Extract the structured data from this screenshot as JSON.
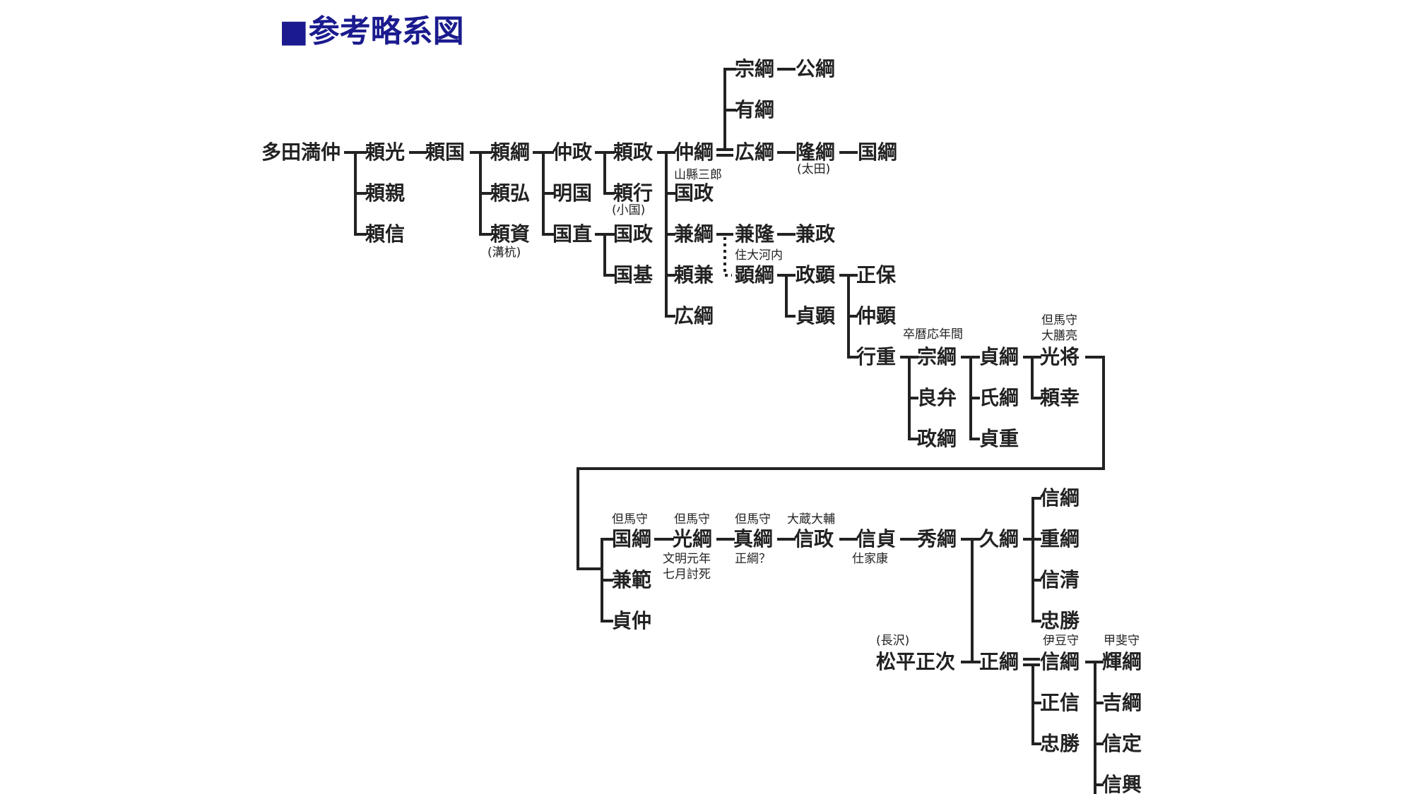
{
  "page": {
    "title": "■参考略系図"
  },
  "names": {
    "tada": "多田満仲",
    "yorimitsu": "頼光",
    "yorichika": "頼親",
    "yorinobu": "頼信",
    "yorikuni": "頼国",
    "yoritsuna": "頼綱",
    "yorihiro": "頼弘",
    "yorisuke": "頼資",
    "nakamasa": "仲政",
    "akikuni": "明国",
    "kuninao": "国直",
    "yorimasa": "頼政",
    "yoriyuki": "頼行",
    "kunimasa_a": "国政",
    "kunimoto": "国基",
    "nakatsuna": "仲綱",
    "kunimasa_b": "国政",
    "kanetsuna": "兼綱",
    "yorikane": "頼兼",
    "hirotsuna_a": "広綱",
    "munetsuna_a": "宗綱",
    "kintsuna": "公綱",
    "aritsuna": "有綱",
    "hirotsuna_b": "広綱",
    "takatsuna": "隆綱",
    "kunitsuna_a": "国綱",
    "kanetaka": "兼隆",
    "kanemasa": "兼政",
    "akitsuna": "顕綱",
    "masaaki": "政顕",
    "sadaaki": "貞顕",
    "masayasu": "正保",
    "nakaaki": "仲顕",
    "yukishige": "行重",
    "munetsuna_b": "宗綱",
    "ryoben": "良弁",
    "masatsuna": "政綱",
    "sadatsuna": "貞綱",
    "ujitsuna": "氏綱",
    "sadashige": "貞重",
    "mitsumasa": "光将",
    "yoriyuki_b": "頼幸",
    "kunitsuna_b": "国綱",
    "kanenori": "兼範",
    "sadanaka": "貞仲",
    "mitsutsuna": "光綱",
    "sanetsuna": "真綱",
    "nobumasa": "信政",
    "nobusada": "信貞",
    "hidetsuna": "秀綱",
    "hisatsuna": "久綱",
    "nobutsuna_a": "信綱",
    "shigetsuna": "重綱",
    "nobukiyo": "信清",
    "tadakatsu_a": "忠勝",
    "matsudaira": "松平正次",
    "masatsuna_b": "正綱",
    "nobutsuna_b": "信綱",
    "masanobu": "正信",
    "tadakatsu_b": "忠勝",
    "terutsuna": "輝綱",
    "yoshitsuna": "吉綱",
    "nobusada_b": "信定",
    "nobuoki": "信興"
  },
  "notes": {
    "komaki": "(小国)",
    "mizokui": "(溝杭)",
    "ota": "(太田)",
    "yamagata": "山縣三郎",
    "ookawachi": "住大河内",
    "koreki": "卒暦応年間",
    "tajima_taizen_1": "但馬守",
    "tajima_taizen_2": "大膳亮",
    "tajima_a": "但馬守",
    "tajima_b": "但馬守",
    "tajima_c": "但馬守",
    "ookura": "大蔵大輔",
    "bunmei_1": "文明元年",
    "bunmei_2": "七月討死",
    "seitsuna": "正綱？",
    "ieyasu": "仕家康",
    "nagasawa": "(長沢)",
    "izu": "伊豆守",
    "kai": "甲斐守"
  },
  "style": {
    "title_color": "#1b1b8f",
    "ink": "#222222"
  }
}
